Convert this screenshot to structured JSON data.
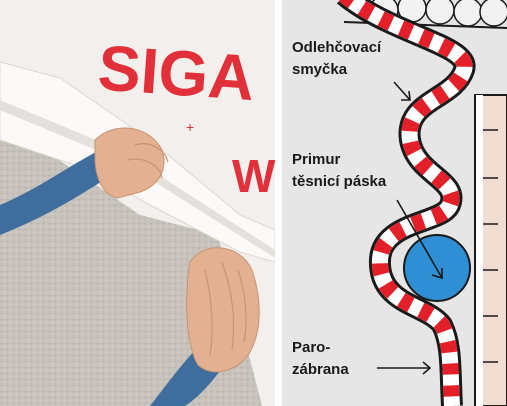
{
  "photo": {
    "print_text_large": "SIGA",
    "print_text_small": "W",
    "print_mark": "+",
    "print_color": "#e2303a"
  },
  "diagram": {
    "labels": {
      "relief_loop": {
        "line1": "Odlehčovací",
        "line2": "smyčka"
      },
      "primer_tape": {
        "line1": "Primur",
        "line2": "těsnicí páska"
      },
      "vapor_barrier": {
        "line1": "Paro-",
        "line2": "zábrana"
      }
    },
    "colors": {
      "background": "#e6e6e6",
      "wall": "#f1dcd2",
      "stripe_red": "#e3202a",
      "stripe_white": "#ffffff",
      "tape_blue": "#2f8fd5",
      "outline": "#1a1a1a"
    }
  }
}
